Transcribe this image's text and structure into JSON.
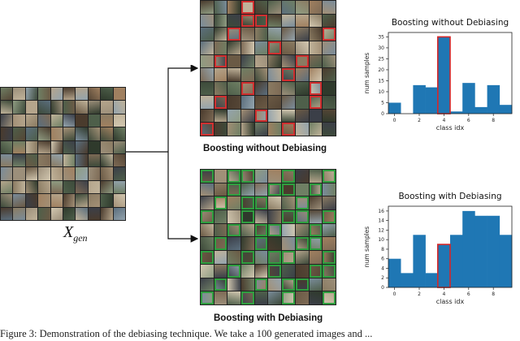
{
  "input_grid": {
    "label_main": "X",
    "label_sub": "gen"
  },
  "panels": [
    {
      "label": "Boosting without Debiasing",
      "highlight": "#d03030"
    },
    {
      "label": "Boosting with Debiasing",
      "highlight": "#2f9e3f"
    }
  ],
  "caption": "Figure 3: Demonstration of the debiasing technique. We take a 100 generated images and ...",
  "colors": {
    "bar": "#1f77b4",
    "highlight_box": "#d62728",
    "arrow": "#111111"
  },
  "chart_data": [
    {
      "type": "bar",
      "title": "Boosting without Debiasing",
      "xlabel": "class idx",
      "ylabel": "num samples",
      "categories": [
        0,
        1,
        2,
        3,
        4,
        5,
        6,
        7,
        8,
        9
      ],
      "values": [
        5,
        0,
        13,
        12,
        35,
        1,
        14,
        3,
        13,
        4
      ],
      "highlight_index": 4,
      "xlim": [
        -0.5,
        9.5
      ],
      "ylim": [
        0,
        37
      ],
      "xticks": [
        0,
        2,
        4,
        6,
        8
      ],
      "yticks": [
        0,
        5,
        10,
        15,
        20,
        25,
        30,
        35
      ],
      "grid": false
    },
    {
      "type": "bar",
      "title": "Boosting with Debiasing",
      "xlabel": "class idx",
      "ylabel": "num samples",
      "categories": [
        0,
        1,
        2,
        3,
        4,
        5,
        6,
        7,
        8,
        9
      ],
      "values": [
        6,
        3,
        11,
        3,
        9,
        11,
        16,
        15,
        15,
        11
      ],
      "highlight_index": 4,
      "xlim": [
        -0.5,
        9.5
      ],
      "ylim": [
        0,
        17
      ],
      "xticks": [
        0,
        2,
        4,
        6,
        8
      ],
      "yticks": [
        0,
        2,
        4,
        6,
        8,
        10,
        12,
        14,
        16
      ],
      "grid": false
    }
  ]
}
